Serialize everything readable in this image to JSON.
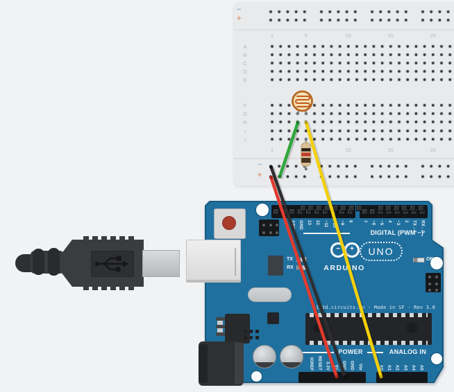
{
  "scene": {
    "background_color": "#f1f2f4"
  },
  "breadboard": {
    "rail_minus_symbol": "−",
    "rail_plus_symbol": "+",
    "column_numbers": [
      "1",
      "5",
      "10",
      "15",
      "20"
    ],
    "row_labels_upper": [
      "A",
      "B",
      "C",
      "D",
      "E"
    ],
    "row_labels_lower": [
      "F",
      "G",
      "H",
      "I",
      "J"
    ],
    "body_color": "#e9eaec",
    "hole_color": "#3a3c3f",
    "minus_color": "#8fb4d6",
    "plus_color": "#de9a74"
  },
  "arduino": {
    "board_color": "#20709f",
    "brand": "ARDUINO",
    "model": "UNO",
    "digital_section_label": "DIGITAL (PWM ~)",
    "digital_pin_labels": [
      "AREF",
      "GND",
      "13",
      "12",
      "~11",
      "~10",
      "~9",
      "8",
      "7",
      "~6",
      "~5",
      "4",
      "~3",
      "2",
      "TX→1",
      "RX←0"
    ],
    "power_section_label": "POWER",
    "power_pin_labels": [
      "IOREF",
      "RESET",
      "3.3V",
      "5V",
      "GND",
      "GND",
      "Vin"
    ],
    "analog_section_label": "ANALOG IN",
    "analog_pin_labels": [
      "A0",
      "A1",
      "A2",
      "A3",
      "A4",
      "A5"
    ],
    "tx_label": "TX",
    "rx_label": "RX",
    "on_label": "ON",
    "logo_minus": "−",
    "logo_plus": "+",
    "silkscreen_text": "123d.circuits.io - Made in SF - Rev 3.0"
  },
  "components": {
    "photoresistor": {
      "body_color": "#f3e1b6",
      "ring_color": "#b5671f",
      "trace_color": "#c5591f",
      "leg_color": "#8f969c"
    },
    "resistor": {
      "body_color": "#d8bf96",
      "band_colors": [
        "#2a2118",
        "#c03a28",
        "#46331e"
      ]
    },
    "usb_cable": {
      "body_color": "#3b3c3e",
      "metal_color": "#c9cacc"
    }
  },
  "wires": [
    {
      "name": "wire-green",
      "color": "#2fa63c",
      "cap": "#1d7a2b",
      "from": "breadboard H4",
      "to": "breadboard + rail"
    },
    {
      "name": "wire-black",
      "color": "#2e2e30",
      "cap": "#111112",
      "from": "breadboard − rail",
      "to": "arduino GND"
    },
    {
      "name": "wire-red",
      "color": "#e23b2e",
      "cap": "#a6241a",
      "from": "breadboard + rail",
      "to": "arduino 5V"
    },
    {
      "name": "wire-yellow",
      "color": "#f3cf0a",
      "cap": "#bfa008",
      "from": "breadboard H5",
      "to": "arduino A0"
    }
  ]
}
